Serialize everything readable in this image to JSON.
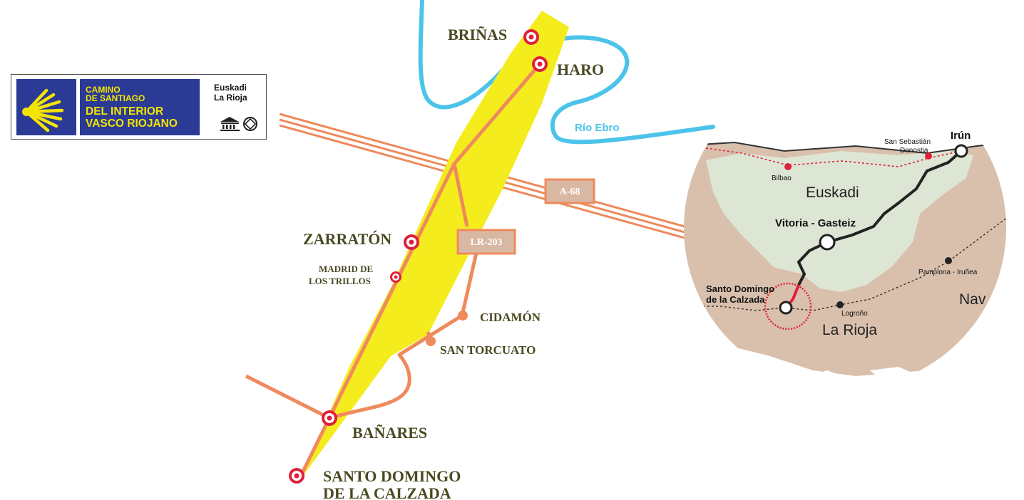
{
  "logo": {
    "line1": "CAMINO",
    "line2": "DE SANTIAGO",
    "line3": "DEL INTERIOR",
    "line4": "VASCO RIOJANO",
    "region1": "Euskadi",
    "region2": "La Rioja",
    "icons": [
      "scallop-shell-icon",
      "unesco-icon",
      "world-heritage-icon"
    ]
  },
  "towns": {
    "brinas": "BRIÑAS",
    "haro": "HARO",
    "zarraton": "ZARRATÓN",
    "madrid_1": "MADRID DE",
    "madrid_2": "LOS TRILLOS",
    "cidamon": "CIDAMÓN",
    "san_torcuato": "SAN TORCUATO",
    "banares": "BAÑARES",
    "santo_1": "SANTO DOMINGO",
    "santo_2": "DE LA CALZADA"
  },
  "roads": {
    "a68": "A-68",
    "lr203": "LR-203"
  },
  "river": "Río Ebro",
  "inset": {
    "euskadi": "Euskadi",
    "la_rioja": "La Rioja",
    "navarra_partial": "Nav",
    "irun": "Irún",
    "san_sebastian_1": "San Sebastián",
    "san_sebastian_2": "Donostia",
    "bilbao": "Bilbao",
    "vitoria": "Vitoria - Gasteiz",
    "santo_1": "Santo Domingo",
    "santo_2": "de la Calzada",
    "logrono": "Logroño",
    "pamplona": "Pamplona - Iruñea"
  },
  "colors": {
    "route_band": "#f5ec1e",
    "road": "#ee8a5c",
    "river": "#4cc4ea",
    "town_marker": "#e0203a",
    "label_box": "#d9b8a3",
    "logo_blue": "#2b3b95",
    "logo_yellow": "#f5e400",
    "inset_land": "#d9c0ad",
    "inset_euskadi": "#dde6d5"
  }
}
